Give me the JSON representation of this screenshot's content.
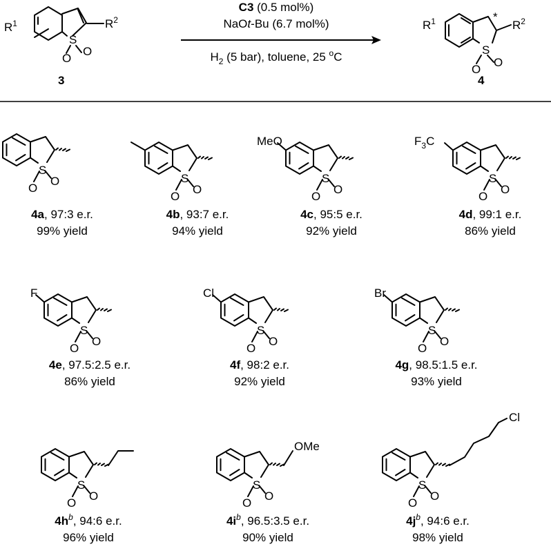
{
  "scheme": {
    "reactant": {
      "id": "3",
      "r1": "R",
      "r1_sup": "1",
      "r2": "R",
      "r2_sup": "2",
      "s": "S",
      "o": "O"
    },
    "product": {
      "id": "4",
      "r1": "R",
      "r1_sup": "1",
      "r2": "R",
      "r2_sup": "2",
      "s": "S",
      "o": "O",
      "stereo": "*"
    },
    "conditions": {
      "catalyst": "C3",
      "catalyst_loading": " (0.5 mol%)",
      "base_a": "NaO",
      "base_b": "t",
      "base_c": "-Bu (6.7 mol%)",
      "h2_a": "H",
      "h2_sub": "2",
      "h2_b": " (5 bar), toluene, 25 ",
      "deg": "o",
      "unit": "C"
    }
  },
  "products": [
    {
      "id": "4a",
      "sup": "",
      "er": ", 97:3 e.r.",
      "yield": "99% yield",
      "substituent": ""
    },
    {
      "id": "4b",
      "sup": "",
      "er": ", 93:7 e.r.",
      "yield": "94% yield",
      "substituent": ""
    },
    {
      "id": "4c",
      "sup": "",
      "er": ", 95:5 e.r.",
      "yield": "92% yield",
      "substituent": "MeO"
    },
    {
      "id": "4d",
      "sup": "",
      "er": ", 99:1 e.r.",
      "yield": "86% yield",
      "substituent": "F",
      "sub_index": "3",
      "sub_tail": "C"
    },
    {
      "id": "4e",
      "sup": "",
      "er": ", 97.5:2.5 e.r.",
      "yield": "86% yield",
      "substituent": "F"
    },
    {
      "id": "4f",
      "sup": "",
      "er": ", 98:2 e.r.",
      "yield": "92% yield",
      "substituent": "Cl"
    },
    {
      "id": "4g",
      "sup": "",
      "er": ", 98.5:1.5 e.r.",
      "yield": "93% yield",
      "substituent": "Br"
    },
    {
      "id": "4h",
      "sup": "b",
      "er": ", 94:6 e.r.",
      "yield": "96% yield",
      "substituent": ""
    },
    {
      "id": "4i",
      "sup": "b",
      "er": ", 96.5:3.5 e.r.",
      "yield": "90% yield",
      "substituent": "OMe"
    },
    {
      "id": "4j",
      "sup": "b",
      "er": ", 94:6 e.r.",
      "yield": "98% yield",
      "substituent": "Cl"
    }
  ],
  "atoms": {
    "s": "S",
    "o": "O"
  }
}
